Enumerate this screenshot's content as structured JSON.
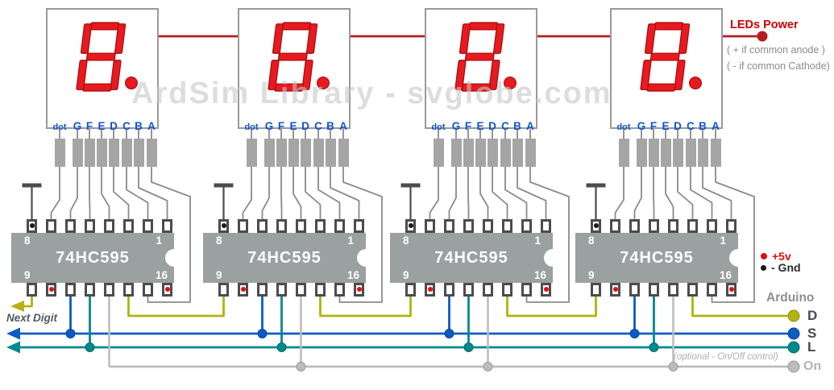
{
  "watermark": "ArdSim Library  -  svglobe.com",
  "display_pin_labels": [
    "dot",
    "G",
    "F",
    "E",
    "D",
    "C",
    "B",
    "A"
  ],
  "modules": [
    {
      "chip_label": "74HC595",
      "display_value": "8.",
      "corner_pins": [
        "8",
        "1",
        "9",
        "16"
      ]
    },
    {
      "chip_label": "74HC595",
      "display_value": "8.",
      "corner_pins": [
        "8",
        "1",
        "9",
        "16"
      ]
    },
    {
      "chip_label": "74HC595",
      "display_value": "8.",
      "corner_pins": [
        "8",
        "1",
        "9",
        "16"
      ]
    },
    {
      "chip_label": "74HC595",
      "display_value": "8.",
      "corner_pins": [
        "8",
        "1",
        "9",
        "16"
      ]
    }
  ],
  "power_label": {
    "title": "LEDs Power",
    "note_anode": "( + if common anode )",
    "note_cathode": "( - if common Cathode)"
  },
  "supply_legend": {
    "plus": "+5v",
    "gnd": "- Gnd"
  },
  "arduino": {
    "title": "Arduino",
    "lines": [
      {
        "label": "D",
        "color": "#b2b30e"
      },
      {
        "label": "S",
        "color": "#0c5bc4"
      },
      {
        "label": "L",
        "color": "#00898c"
      },
      {
        "label": "On",
        "color": "#bcbcbc",
        "note": "(optional - On/Off control)"
      }
    ]
  },
  "next_digit_label": "Next Digit",
  "colors": {
    "segment_red": "#e8191f",
    "segment_outline": "#9b0f0f",
    "power_red": "#b51d22",
    "wire_gray": "#8b8b8b",
    "dark_gray": "#4c4c4c",
    "chip_body": "#9ba0a0",
    "connector_gray": "#a5a5a5",
    "blue": "#0c5bc4",
    "teal": "#00898c",
    "yellow": "#b2b30e",
    "on_gray": "#bcbcbc",
    "pin_label_blue": "#1155cc",
    "note_gray": "#8c8c8c"
  }
}
